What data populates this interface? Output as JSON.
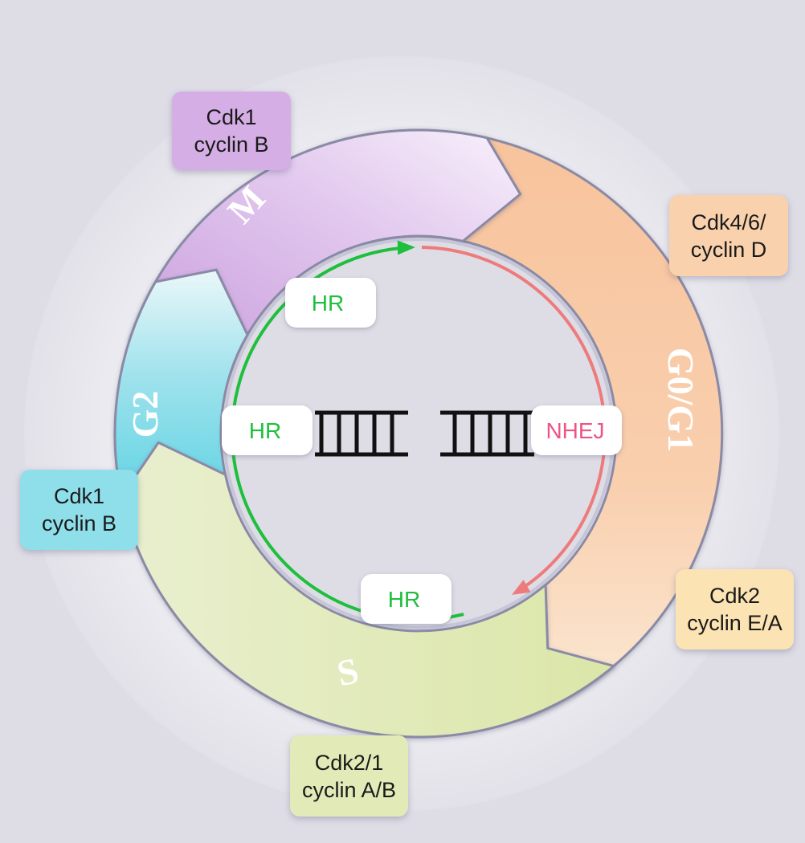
{
  "phases": {
    "m": "M",
    "g0g1": "G0/G1",
    "s": "S",
    "g2": "G2"
  },
  "complexes": {
    "m": {
      "line1": "Cdk1",
      "line2": "cyclin B",
      "color": "#d5aee6"
    },
    "g1": {
      "line1": "Cdk4/6/",
      "line2": "cyclin D",
      "color": "#f9d2ad"
    },
    "g1s": {
      "line1": "Cdk2",
      "line2": "cyclin E/A",
      "color": "#fbe3b3"
    },
    "s": {
      "line1": "Cdk2/1",
      "line2": "cyclin A/B",
      "color": "#e2ebb7"
    },
    "g2": {
      "line1": "Cdk1",
      "line2": "cyclin B",
      "color": "#8fdfea"
    }
  },
  "repair": {
    "hr_top": "HR",
    "hr_left": "HR",
    "hr_bottom": "HR",
    "nhej": "NHEJ",
    "hr_color": "#1fbf3e",
    "nhej_color": "#ee7b7c"
  },
  "colors": {
    "background": "#dedde6",
    "m": "#d9b1ea",
    "g1": "#f9c9a2",
    "s": "#dde7b0",
    "g2": "#6fd3e2",
    "dna": "#111111"
  }
}
